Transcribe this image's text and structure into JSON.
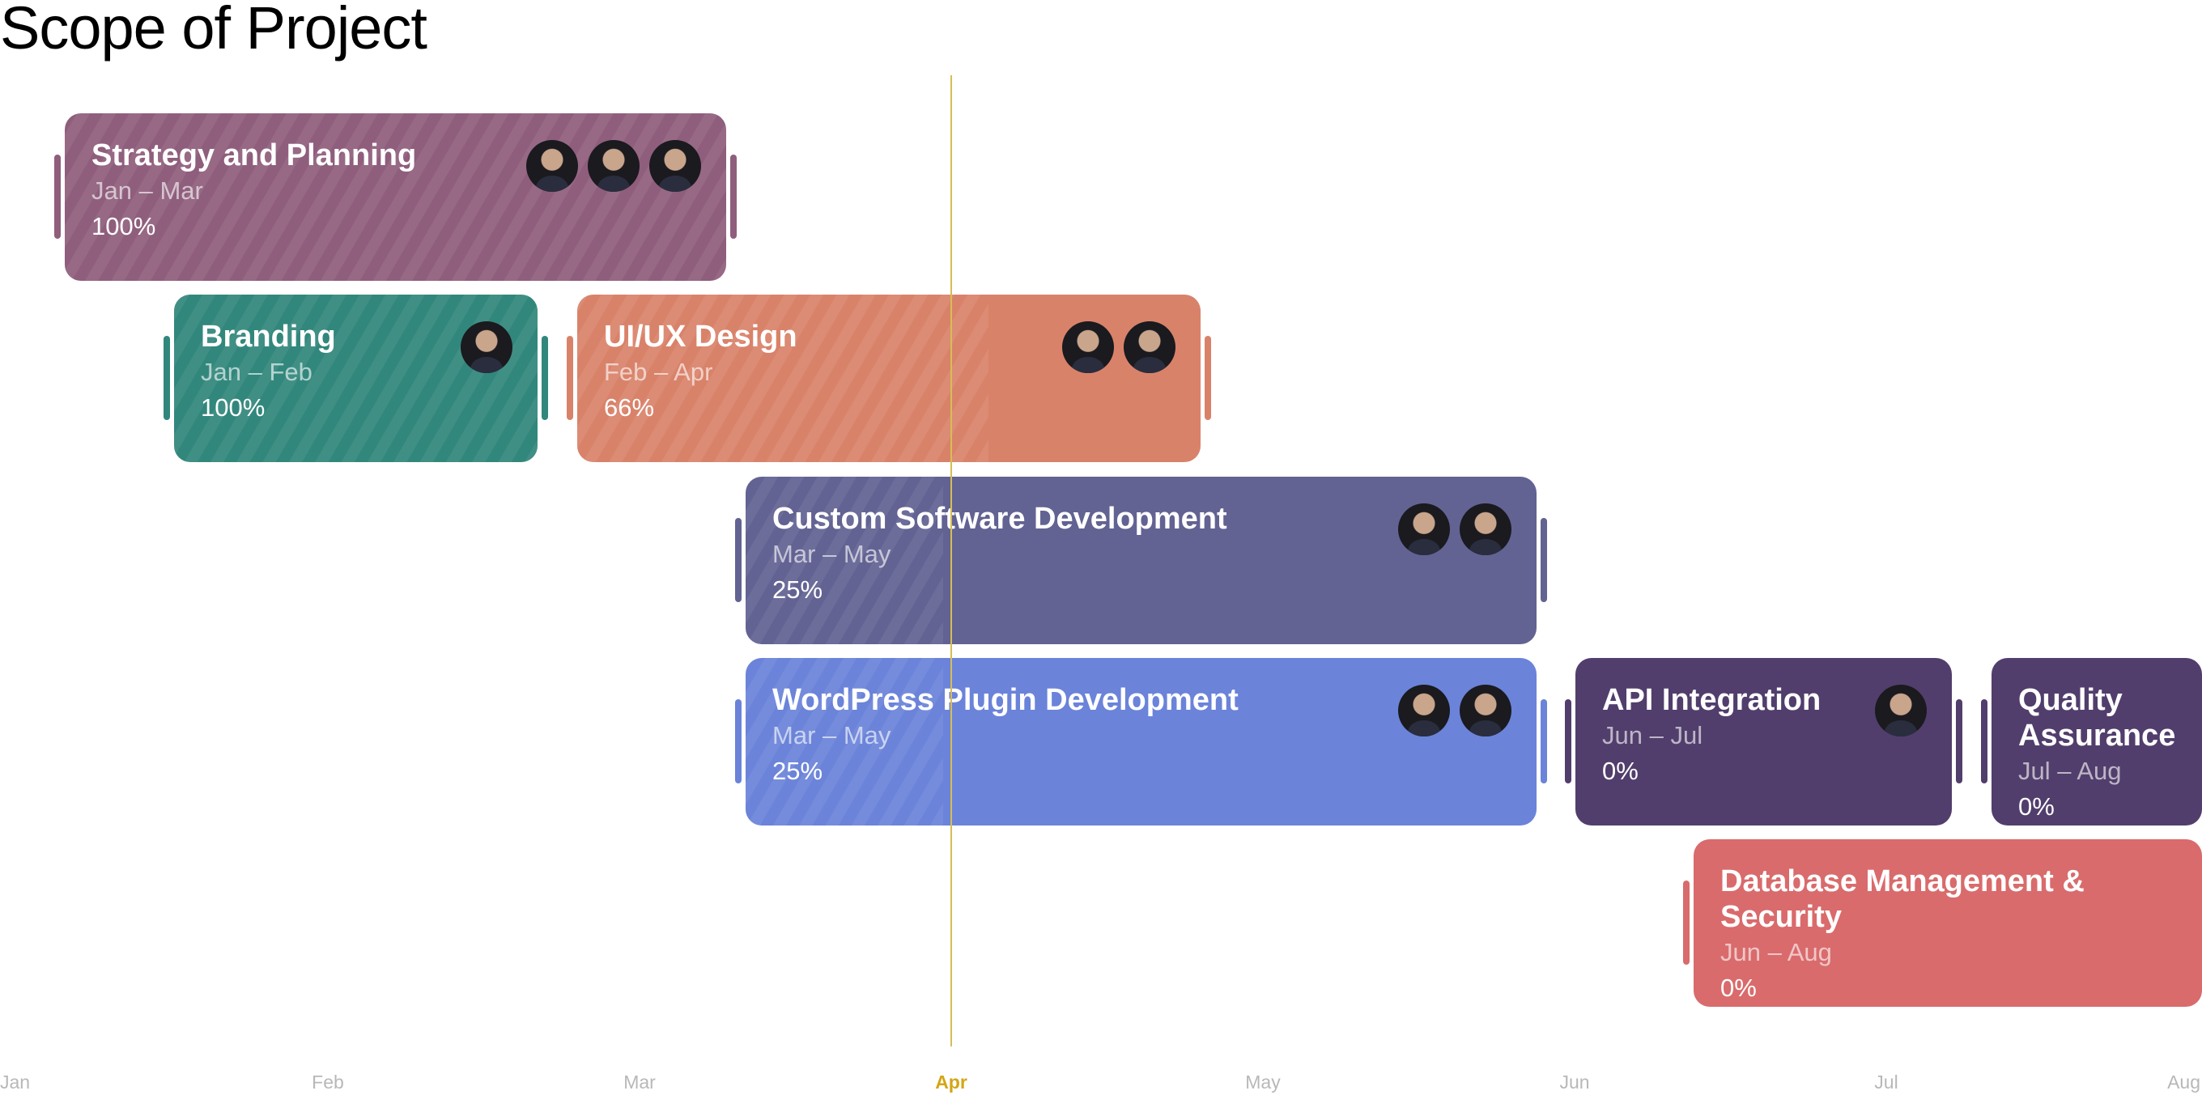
{
  "title": "Scope of Project",
  "months": [
    "Jan",
    "Feb",
    "Mar",
    "Apr",
    "May",
    "Jun",
    "Jul",
    "Aug"
  ],
  "current_month": "Apr",
  "today_line_color": "#d7bd55",
  "tasks": [
    {
      "name": "Strategy and Planning",
      "dates": "Jan – Mar",
      "progress_label": "100%",
      "progress": 100,
      "color": "#8f5e7c",
      "avatars": [
        "person-avatar",
        "person-avatar",
        "person-avatar"
      ]
    },
    {
      "name": "Branding",
      "dates": "Jan – Feb",
      "progress_label": "100%",
      "progress": 100,
      "color": "#32877c",
      "avatars": [
        "person-avatar"
      ]
    },
    {
      "name": "UI/UX Design",
      "dates": "Feb – Apr",
      "progress_label": "66%",
      "progress": 66,
      "color": "#d9826a",
      "avatars": [
        "person-avatar",
        "person-avatar"
      ]
    },
    {
      "name": "Custom Software Development",
      "dates": "Mar – May",
      "progress_label": "25%",
      "progress": 25,
      "color": "#626293",
      "avatars": [
        "person-avatar",
        "person-avatar"
      ]
    },
    {
      "name": "WordPress Plugin Development",
      "dates": "Mar – May",
      "progress_label": "25%",
      "progress": 25,
      "color": "#6b83d9",
      "avatars": [
        "person-avatar",
        "person-avatar"
      ]
    },
    {
      "name": "API Integration",
      "dates": "Jun – Jul",
      "progress_label": "0%",
      "progress": 0,
      "color": "#513e6c",
      "avatars": [
        "person-avatar"
      ]
    },
    {
      "name": "Quality Assurance",
      "dates": "Jul – Aug",
      "progress_label": "0%",
      "progress": 0,
      "color": "#513e6c",
      "avatars": []
    },
    {
      "name": "Database Management & Security",
      "dates": "Jun – Aug",
      "progress_label": "0%",
      "progress": 0,
      "color": "#d96b6c",
      "avatars": []
    }
  ]
}
